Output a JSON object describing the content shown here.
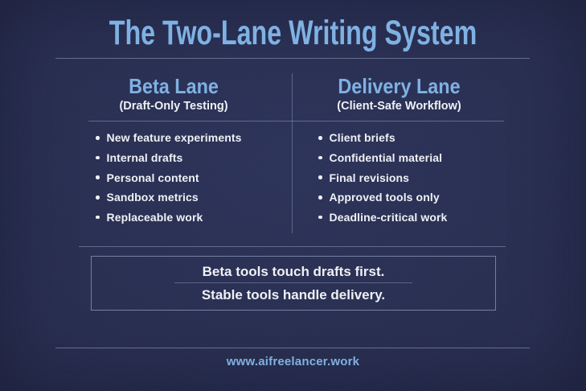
{
  "title": "The Two-Lane Writing System",
  "columns": [
    {
      "name": "Beta Lane",
      "subtitle": "(Draft-Only Testing)",
      "items": [
        "New feature experiments",
        "Internal drafts",
        "Personal content",
        "Sandbox metrics",
        "Replaceable work"
      ]
    },
    {
      "name": "Delivery Lane",
      "subtitle": "(Client-Safe Workflow)",
      "items": [
        "Client briefs",
        "Confidential material",
        "Final revisions",
        "Approved tools only",
        "Deadline-critical work"
      ]
    }
  ],
  "summary": {
    "line1": "Beta tools touch drafts first.",
    "line2": "Stable tools handle delivery."
  },
  "footer": {
    "url": "www.aifreelancer.work"
  },
  "colors": {
    "background": "#252B4D",
    "accent_blue": "#7EB1E4",
    "text_white": "#F1F2F6",
    "divider": "#94A0C3"
  }
}
